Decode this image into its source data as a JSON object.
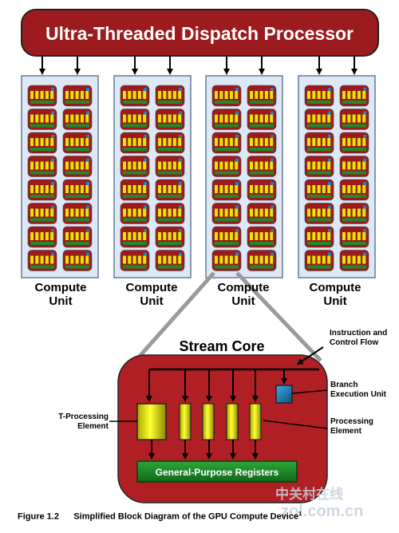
{
  "dispatch": {
    "title": "Ultra-Threaded Dispatch Processor"
  },
  "compute_units": [
    {
      "label_line1": "Compute",
      "label_line2": "Unit"
    },
    {
      "label_line1": "Compute",
      "label_line2": "Unit"
    },
    {
      "label_line1": "Compute",
      "label_line2": "Unit"
    },
    {
      "label_line1": "Compute",
      "label_line2": "Unit"
    }
  ],
  "stream_core": {
    "title": "Stream Core",
    "registers_label": "General-Purpose Registers",
    "instruction_flow": "Instruction and Control Flow",
    "branch_unit": "Branch Execution Unit",
    "t_processing": "T-Processing Element",
    "processing_element": "Processing Element"
  },
  "caption": {
    "figure": "Figure 1.2",
    "text": "Simplified Block Diagram of the GPU Compute Device",
    "footnote": "1"
  },
  "watermark": {
    "text": "中关村在线",
    "url": "zol.com.cn"
  },
  "colors": {
    "dispatch_fill": "#9b1b1e",
    "core_fill": "#b01f24",
    "element_yellow": "#e6e600",
    "register_green": "#1f8a2a",
    "branch_blue": "#1f7fbf"
  }
}
